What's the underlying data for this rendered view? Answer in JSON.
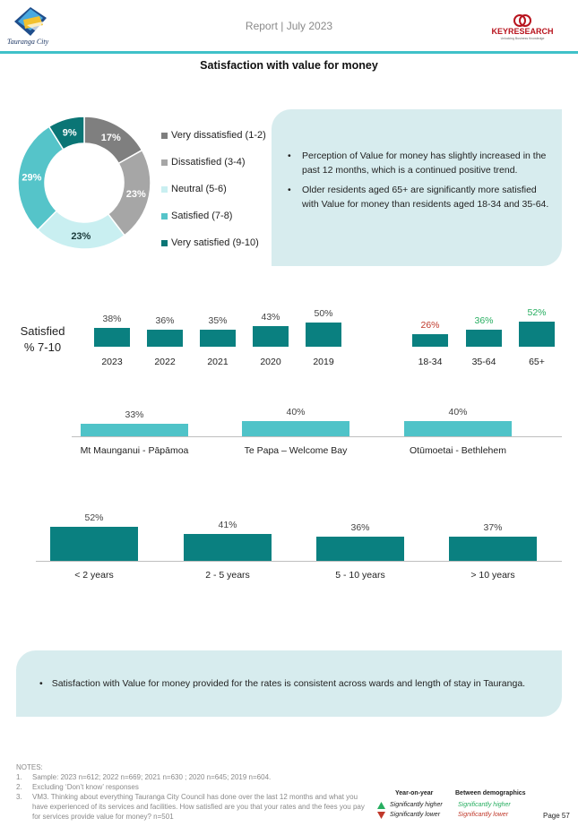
{
  "header": {
    "report_title": "Report | July 2023",
    "left_logo_text": "Tauranga City",
    "right_logo_text": "KEYRESEARCH",
    "right_logo_sub": "Unlocking Business Knowledge"
  },
  "section_title": "Satisfaction with value for money",
  "colors": {
    "accent": "#3fc1c9",
    "dark_teal": "#0a8080",
    "light_teal": "#4fc3c8",
    "callout_bg": "#d7ecee",
    "sig_higher": "#27ae60",
    "sig_lower": "#c0392b"
  },
  "chart_data": [
    {
      "type": "pie",
      "categories": [
        "Very dissatisfied (1-2)",
        "Dissatisfied (3-4)",
        "Neutral (5-6)",
        "Satisfied (7-8)",
        "Very satisfied (9-10)"
      ],
      "values": [
        17,
        23,
        23,
        29,
        9
      ],
      "value_labels": [
        "17%",
        "23%",
        "23%",
        "29%",
        "9%"
      ],
      "colors": [
        "#7f7f7f",
        "#a6a6a6",
        "#c9eff1",
        "#55c4c9",
        "#0a7575"
      ],
      "legend": "right"
    },
    {
      "type": "bar",
      "ylabel_lines": [
        "Satisfied",
        "% 7-10"
      ],
      "groups": [
        {
          "categories": [
            "2023",
            "2022",
            "2021",
            "2020",
            "2019"
          ],
          "values": [
            38,
            36,
            35,
            43,
            50
          ],
          "value_labels": [
            "38%",
            "36%",
            "35%",
            "43%",
            "50%"
          ],
          "sig": [
            "",
            "",
            "",
            "",
            ""
          ]
        },
        {
          "categories": [
            "18-34",
            "35-64",
            "65+"
          ],
          "values": [
            26,
            36,
            52
          ],
          "value_labels": [
            "26%",
            "36%",
            "52%"
          ],
          "sig": [
            "lower",
            "higher",
            "higher"
          ]
        }
      ]
    },
    {
      "type": "bar",
      "categories": [
        "Mt Maunganui - Pāpāmoa",
        "Te Papa – Welcome Bay",
        "Otūmoetai - Bethlehem"
      ],
      "values": [
        33,
        40,
        40
      ],
      "value_labels": [
        "33%",
        "40%",
        "40%"
      ]
    },
    {
      "type": "bar",
      "categories": [
        "< 2 years",
        "2 - 5 years",
        "5 - 10 years",
        "> 10 years"
      ],
      "values": [
        52,
        41,
        36,
        37
      ],
      "value_labels": [
        "52%",
        "41%",
        "36%",
        "37%"
      ]
    }
  ],
  "callout": {
    "bullets": [
      "Perception of Value for money has slightly increased in the past 12 months, which is a continued positive trend.",
      "Older residents aged 65+ are significantly more satisfied with Value for money than residents aged 18-34 and 35-64."
    ]
  },
  "summary": {
    "text": "Satisfaction with Value for money provided for the rates is consistent across wards and length of stay in Tauranga."
  },
  "notes": {
    "heading": "NOTES:",
    "items": [
      {
        "num": "1.",
        "text": "Sample: 2023 n=612; 2022 n=669; 2021 n=630 ; 2020 n=645; 2019 n=604."
      },
      {
        "num": "2.",
        "text": "Excluding ‘Don’t know’ responses"
      },
      {
        "num": "3.",
        "text": "VM3. Thinking about everything Tauranga City Council has done over the last 12 months and what you have experienced of its services and facilities. How satisfied are you that your rates and the fees you pay for services provide value for money? n=501"
      }
    ]
  },
  "significance_legend": {
    "yoy_heading": "Year-on-year",
    "demo_heading": "Between demographics",
    "higher": "Significantly higher",
    "lower": "Significantly lower",
    "up_icon": "triangle-up-icon",
    "down_icon": "triangle-down-icon"
  },
  "page_number": "Page 57"
}
